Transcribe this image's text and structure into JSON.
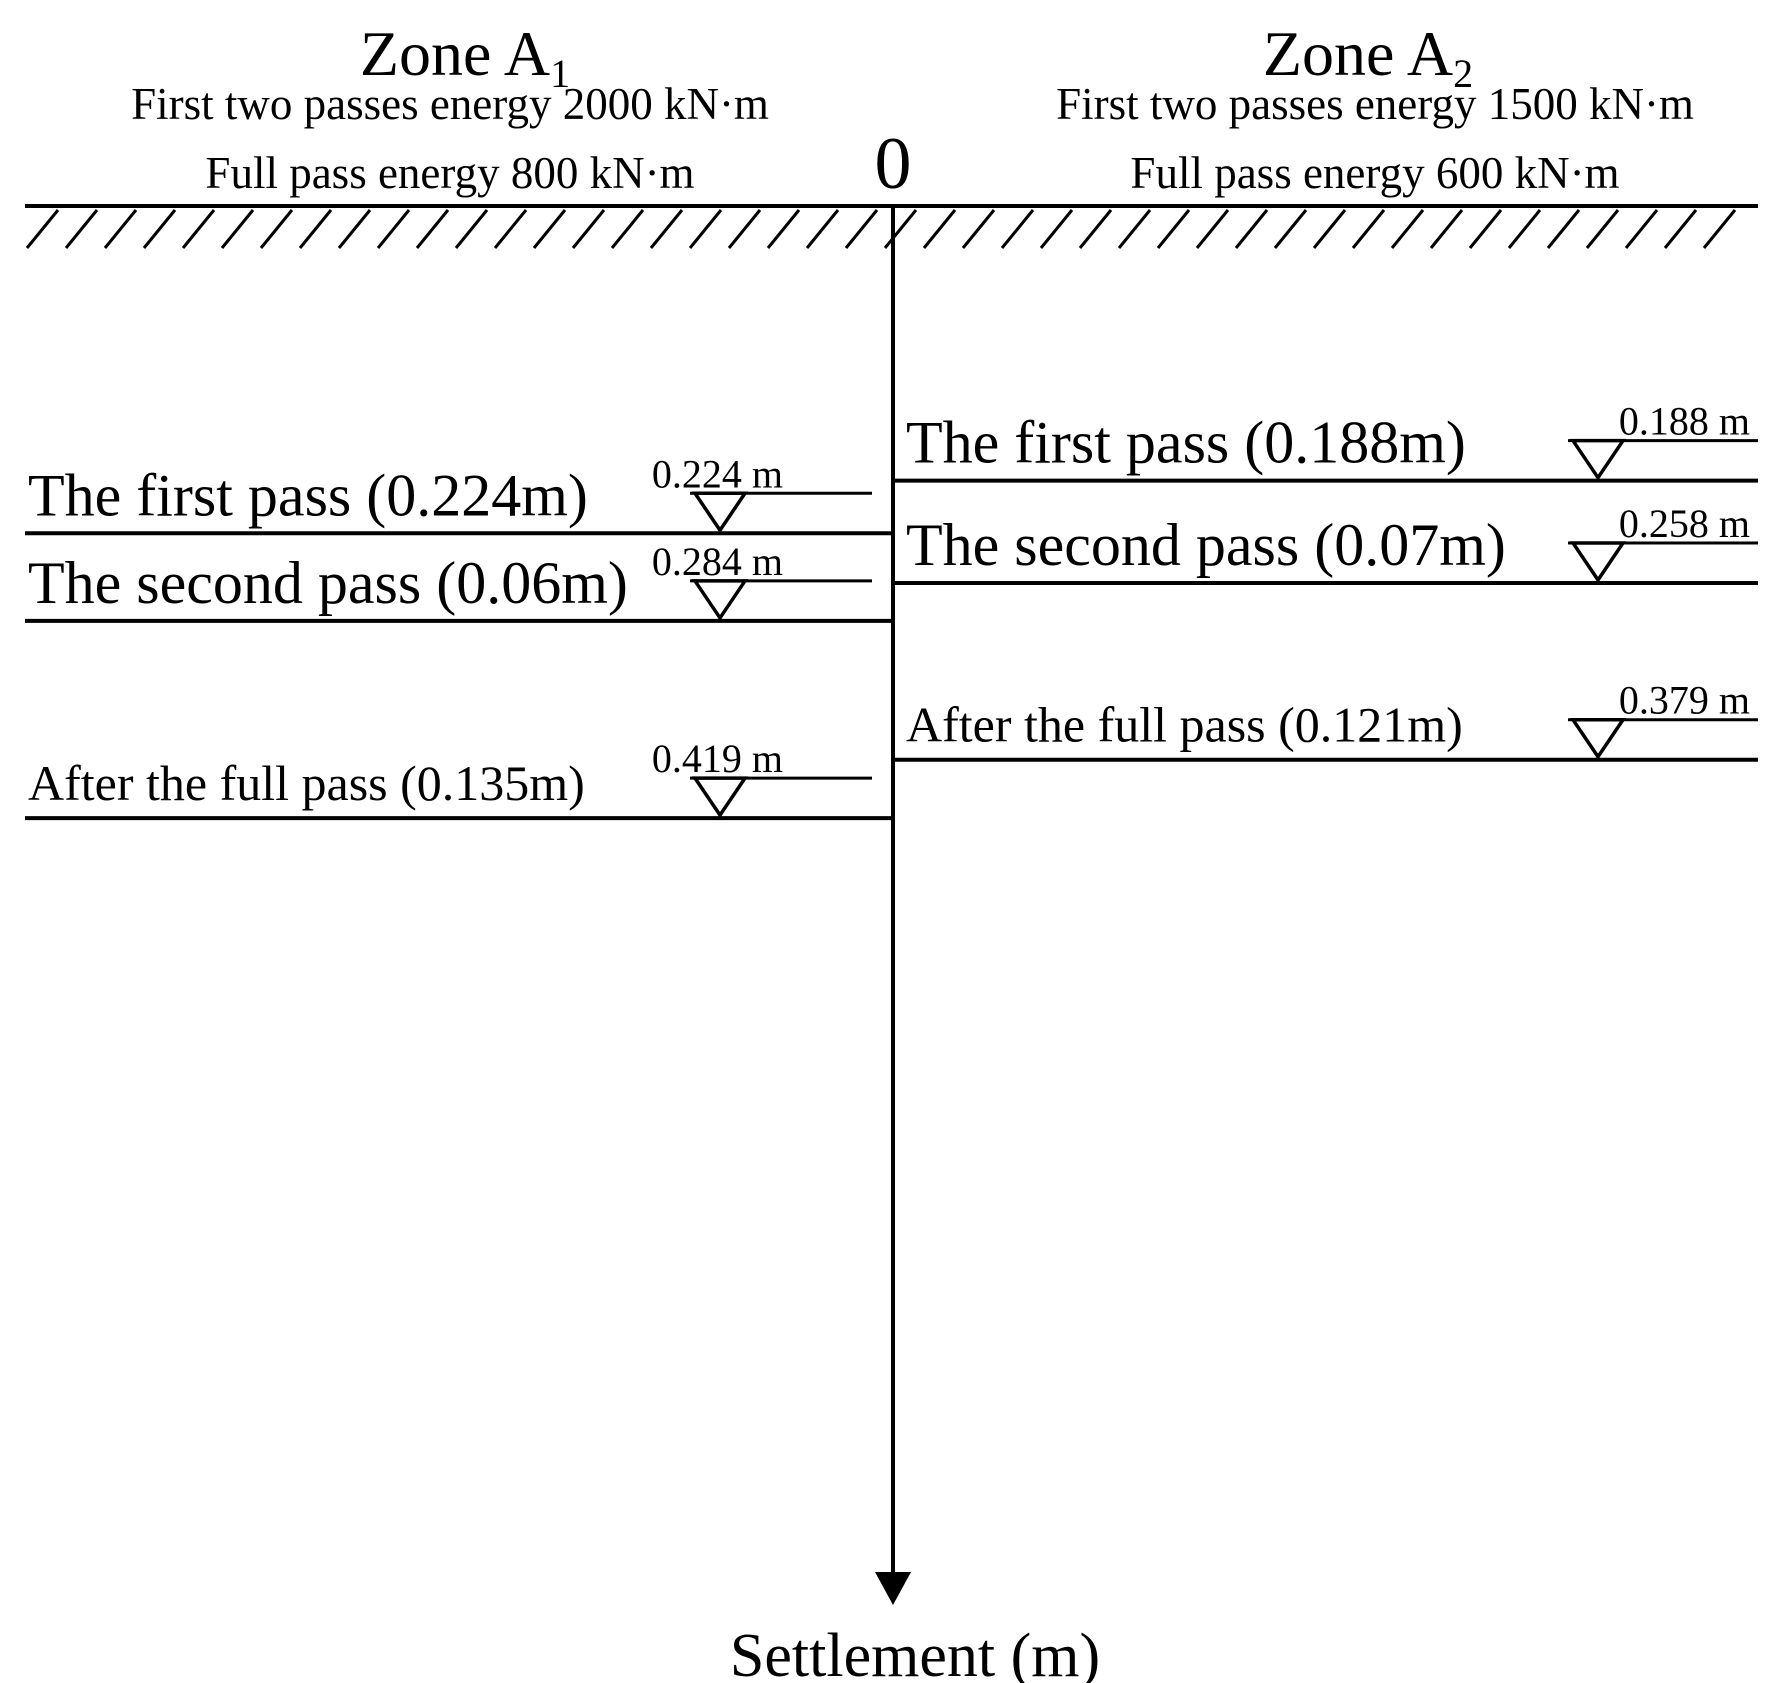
{
  "header": {
    "left": {
      "title": "Zone A",
      "subscript": "1",
      "line1": "First two passes energy 2000 kN·m",
      "line2": "Full pass energy 800 kN·m"
    },
    "right": {
      "title": "Zone A",
      "subscript": "2",
      "line1": "First two passes energy 1500 kN·m",
      "line2": "Full pass energy 600 kN·m"
    }
  },
  "axis": {
    "origin_label": "0",
    "title": "Settlement (m)"
  },
  "levels": {
    "left": [
      {
        "label": "The first pass (0.224m)",
        "value": "0.224 m",
        "depth": 0.224
      },
      {
        "label": "The second pass (0.06m)",
        "value": "0.284 m",
        "depth": 0.284
      },
      {
        "label": "After the full pass (0.135m)",
        "value": "0.419 m",
        "depth": 0.419
      }
    ],
    "right": [
      {
        "label": "The first pass (0.188m)",
        "value": "0.188 m",
        "depth": 0.188
      },
      {
        "label": "The second pass (0.07m)",
        "value": "0.258 m",
        "depth": 0.258
      },
      {
        "label": "After the full pass (0.121m)",
        "value": "0.379 m",
        "depth": 0.379
      }
    ]
  }
}
